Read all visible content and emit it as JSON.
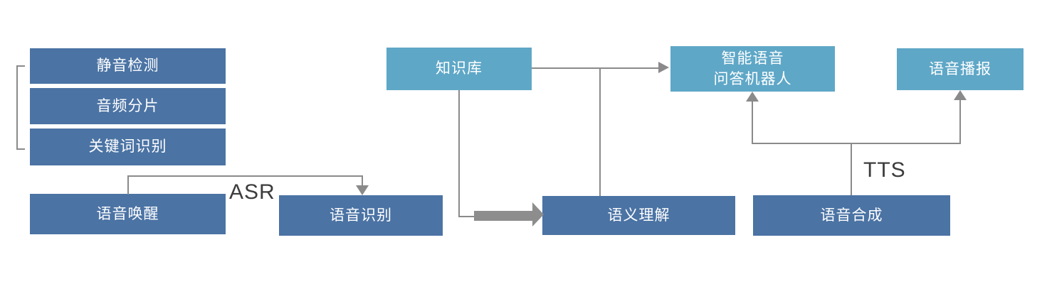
{
  "diagram": {
    "nodes": {
      "silence": {
        "label": "静音检测"
      },
      "audio": {
        "label": "音频分片"
      },
      "keyword": {
        "label": "关键词识别"
      },
      "wake": {
        "label": "语音唤醒"
      },
      "recognition": {
        "label": "语音识别"
      },
      "knowledge": {
        "label": "知识库"
      },
      "robot": {
        "label": "智能语音\n问答机器人"
      },
      "broadcast": {
        "label": "语音播报"
      },
      "semantic": {
        "label": "语义理解"
      },
      "synthesis": {
        "label": "语音合成"
      }
    },
    "edge_labels": {
      "asr": "ASR",
      "tts": "TTS"
    },
    "colors": {
      "node_dark": "#4b73a4",
      "node_light": "#5fa7c7",
      "connector": "#8a8a8a",
      "thick_arrow": "#8d8d8d",
      "node_text": "#ffffff",
      "edge_label_text": "#3c3c3c",
      "background": "#ffffff"
    }
  }
}
